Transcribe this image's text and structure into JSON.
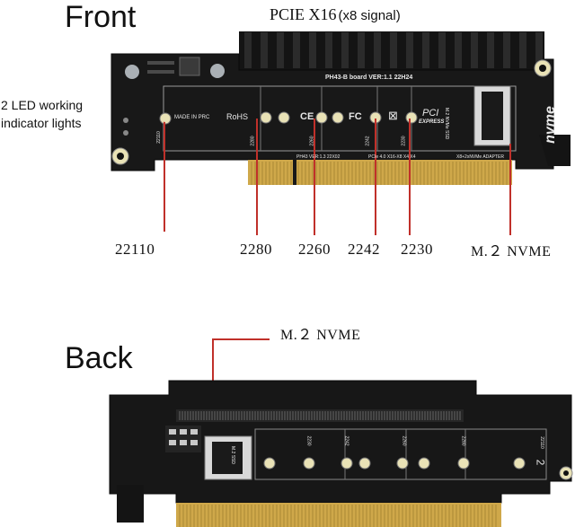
{
  "front": {
    "heading": "Front",
    "pcie_slot_label": "PCIE X16",
    "pcie_signal_label": "(x8 signal)",
    "led_label_line1": "2 LED working",
    "led_label_line2": "indicator lights",
    "callouts": [
      "22110",
      "2280",
      "2260",
      "2242",
      "2230",
      "M.２ NVME"
    ],
    "board_text": {
      "board_name": "PH43-B board  VER:1.1   22H24",
      "made_in": "MADE IN PRC",
      "rohs": "RoHS",
      "ce": "CE",
      "fc": "FC",
      "pcie_logo_line1": "PCI",
      "pcie_logo_line2": "EXPRESS",
      "version_line": "PH43  VER:1.3   22X02",
      "adapter_line": "PCIe 4.0 X16-X8 X4 X4",
      "adapter_line2": "X8+2xNVMe ADAPTER",
      "m2_slot_label": "M.2 NVMe SSD",
      "side_brand": "nvme",
      "marks": [
        "22110",
        "2280",
        "2260",
        "2242",
        "2230"
      ]
    }
  },
  "back": {
    "heading": "Back",
    "callout": "M.２ NVME",
    "board_text": {
      "m2_slot_label": "M.2 SSD",
      "marks": [
        "2230",
        "2242",
        "2260",
        "2280",
        "22110"
      ],
      "corner_number": "2"
    }
  },
  "colors": {
    "pcb": "#161616",
    "pcb_edge": "#0b0b0b",
    "gold": "#cfa84a",
    "callout_line": "#c0302a",
    "m2_socket": "#d9d9d9"
  }
}
